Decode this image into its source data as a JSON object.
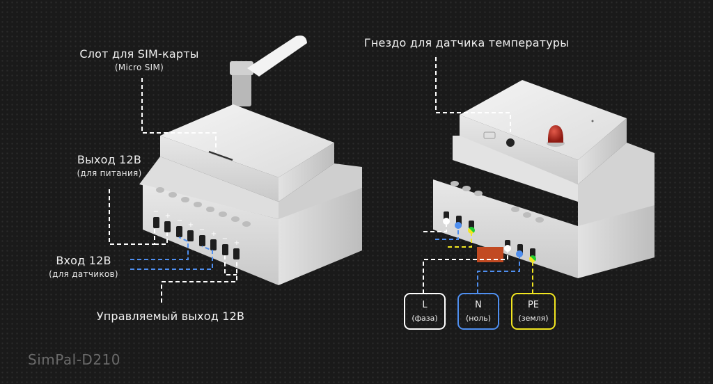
{
  "product": {
    "model": "SimPal-D210"
  },
  "left_device": {
    "callouts": [
      {
        "id": "sim-slot",
        "label": "Слот для SIM-карты",
        "sublabel": "(Micro SIM)"
      },
      {
        "id": "output-12v",
        "label": "Выход 12В",
        "sublabel": "(для питания)"
      },
      {
        "id": "input-12v",
        "label": "Вход 12В",
        "sublabel": "(для датчиков)"
      },
      {
        "id": "controlled-output",
        "label": "Управляемый выход 12В",
        "sublabel": ""
      }
    ],
    "terminal_polarity": [
      "−",
      "+",
      "−",
      "+",
      "−",
      "+",
      "−",
      "+"
    ]
  },
  "right_device": {
    "callouts": [
      {
        "id": "temp-sensor-jack",
        "label": "Гнездо для датчика температуры"
      }
    ],
    "power_terminals": [
      {
        "id": "L",
        "label": "L",
        "sublabel": "(фаза)",
        "color": "#ffffff"
      },
      {
        "id": "N",
        "label": "N",
        "sublabel": "(ноль)",
        "color": "#4f8ff0"
      },
      {
        "id": "PE",
        "label": "PE",
        "sublabel": "(земля)",
        "color": "#f2e620"
      }
    ]
  },
  "colors": {
    "background": "#1a1a1a",
    "line_white": "#ffffff",
    "line_blue": "#4f8ff0",
    "line_yellow": "#f2e620",
    "ground_green": "#22cc33",
    "led_red": "#b3241a",
    "watermark": "#6a6a6a"
  }
}
